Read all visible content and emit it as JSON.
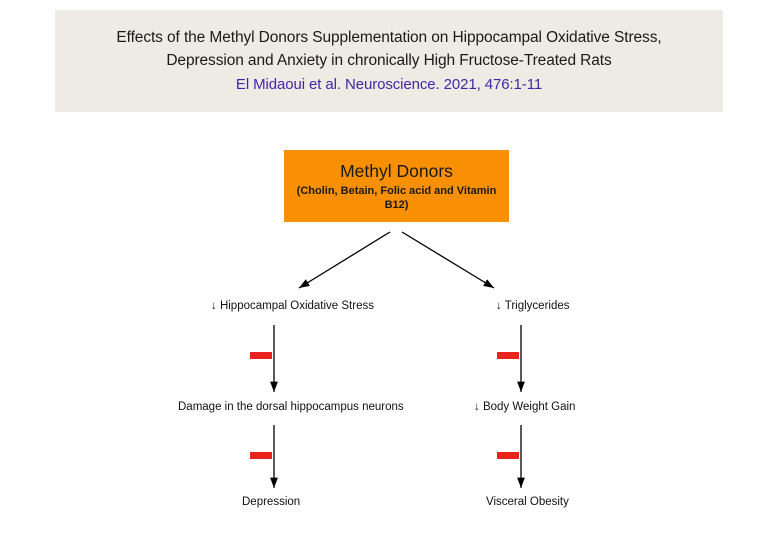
{
  "slide": {
    "background_color": "#ffffff"
  },
  "header": {
    "background_color": "#EDEBE3",
    "title_lines": [
      "Effects of the Methyl Donors Supplementation on Hippocampal Oxidative Stress,",
      "Depression and Anxiety in chronically High Fructose-Treated Rats"
    ],
    "citation": "El Midaoui et al. Neuroscience. 2021, 476:1-11",
    "citation_color": "#4326A8"
  },
  "diagram": {
    "type": "flowchart",
    "source_node": {
      "title": "Methyl Donors",
      "subtitle": "(Cholin, Betain, Folic acid and Vitamin B12)",
      "fill_color": "#F99004"
    },
    "nodes": [
      {
        "id": "oxidative-stress",
        "label": "↓ Hippocampal Oxidative Stress"
      },
      {
        "id": "triglycerides",
        "label": "↓ Triglycerides"
      },
      {
        "id": "hippocampus-damage",
        "label": "Damage in the dorsal hippocampus neurons"
      },
      {
        "id": "body-weight-gain",
        "label": "↓ Body Weight Gain"
      },
      {
        "id": "depression",
        "label": "Depression"
      },
      {
        "id": "visceral-obesity",
        "label": "Visceral Obesity"
      }
    ],
    "connectors": {
      "arrow_color": "#000000",
      "inhibition_bar_color": "#E8241C",
      "inhibition_bar_count": 4,
      "branch_arrow_count": 2,
      "vertical_arrow_count": 4
    }
  }
}
